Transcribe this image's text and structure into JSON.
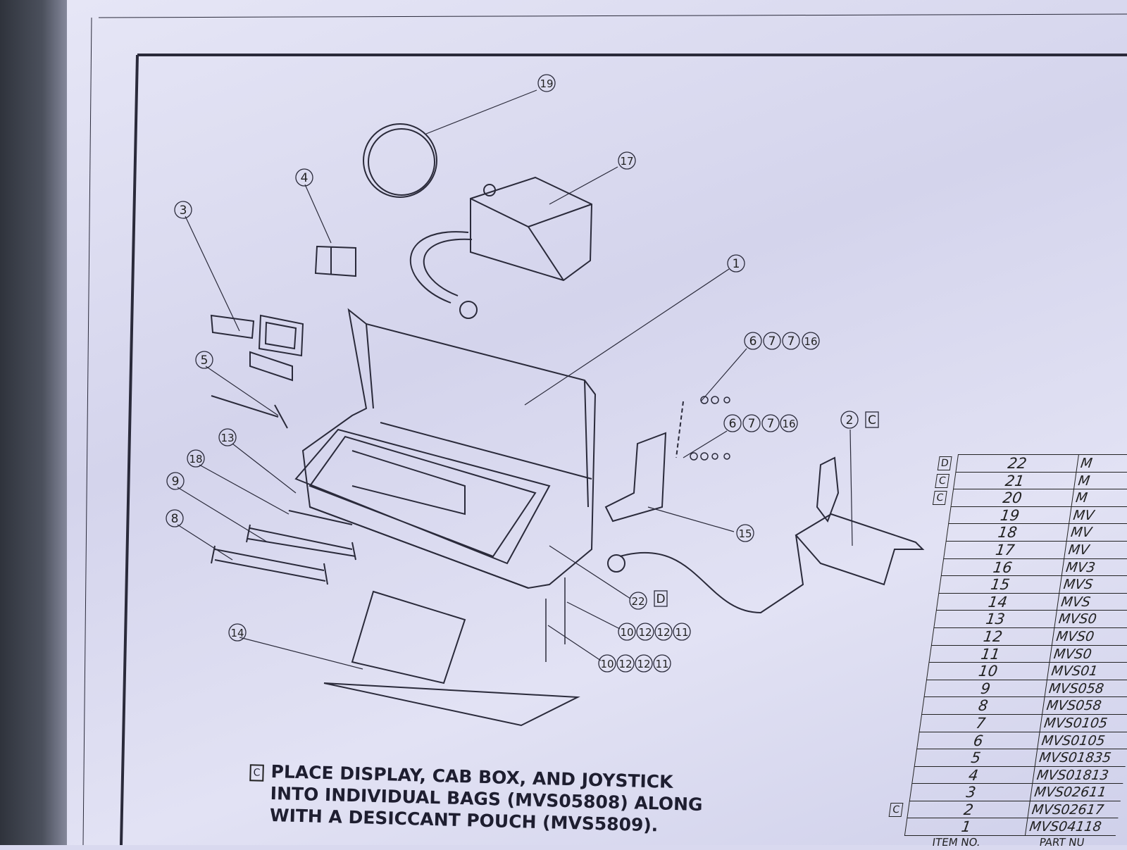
{
  "callouts": [
    "19",
    "17",
    "4",
    "3",
    "1",
    "5",
    "13",
    "18",
    "9",
    "8",
    "14",
    "15",
    "22",
    "D",
    "2",
    "C",
    "6",
    "7",
    "7",
    "16",
    "6",
    "7",
    "7",
    "16",
    "10",
    "12",
    "12",
    "11",
    "10",
    "12",
    "12",
    "11"
  ],
  "note": {
    "flag": "C",
    "lines": [
      "PLACE DISPLAY, CAB BOX, AND JOYSTICK",
      "INTO INDIVIDUAL BAGS (MVS05808) ALONG",
      "WITH A DESICCANT POUCH (MVS5809)."
    ]
  },
  "parts_table": {
    "rows": [
      {
        "item": "22",
        "part": "M",
        "flag": "D"
      },
      {
        "item": "21",
        "part": "M",
        "flag": "C"
      },
      {
        "item": "20",
        "part": "M",
        "flag": "C"
      },
      {
        "item": "19",
        "part": "MV",
        "flag": ""
      },
      {
        "item": "18",
        "part": "MV",
        "flag": ""
      },
      {
        "item": "17",
        "part": "MV",
        "flag": ""
      },
      {
        "item": "16",
        "part": "MV3",
        "flag": ""
      },
      {
        "item": "15",
        "part": "MVS",
        "flag": ""
      },
      {
        "item": "14",
        "part": "MVS",
        "flag": ""
      },
      {
        "item": "13",
        "part": "MVS0",
        "flag": ""
      },
      {
        "item": "12",
        "part": "MVS0",
        "flag": ""
      },
      {
        "item": "11",
        "part": "MVS0",
        "flag": ""
      },
      {
        "item": "10",
        "part": "MVS01",
        "flag": ""
      },
      {
        "item": "9",
        "part": "MVS058",
        "flag": ""
      },
      {
        "item": "8",
        "part": "MVS058",
        "flag": ""
      },
      {
        "item": "7",
        "part": "MVS0105",
        "flag": ""
      },
      {
        "item": "6",
        "part": "MVS0105",
        "flag": ""
      },
      {
        "item": "5",
        "part": "MVS01835",
        "flag": ""
      },
      {
        "item": "4",
        "part": "MVS01813",
        "flag": ""
      },
      {
        "item": "3",
        "part": "MVS02611",
        "flag": ""
      },
      {
        "item": "2",
        "part": "MVS02617",
        "flag": "C"
      },
      {
        "item": "1",
        "part": "MVS04118",
        "flag": ""
      }
    ],
    "header": {
      "item": "ITEM NO.",
      "part": "PART NU"
    }
  }
}
